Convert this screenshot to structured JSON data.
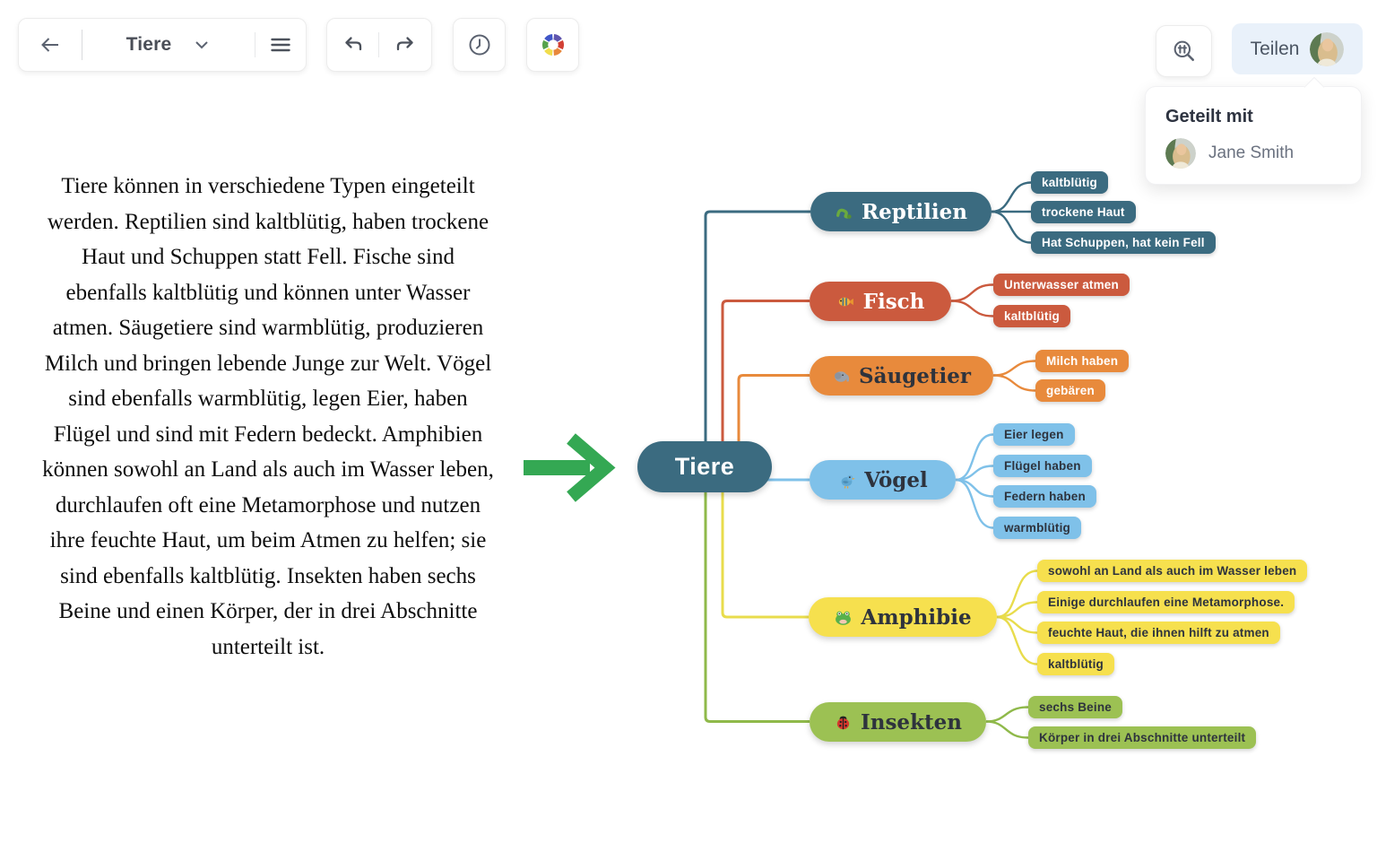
{
  "toolbar": {
    "document": {
      "title": "Tiere"
    },
    "icons": [
      "back-icon",
      "chevron-down-icon",
      "menu-icon",
      "undo-icon",
      "redo-icon",
      "history-clock-icon",
      "color-wheel-icon",
      "zoom-settings-icon"
    ],
    "share": {
      "label": "Teilen"
    }
  },
  "share_popup": {
    "title": "Geteilt mit",
    "members": [
      {
        "name": "Jane Smith"
      }
    ]
  },
  "source_panel": {
    "text": "Tiere können in verschiedene Typen eingeteilt werden. Reptilien sind kaltblütig, haben trockene Haut und Schuppen statt Fell. Fische sind ebenfalls kaltblütig und können unter Wasser atmen. Säugetiere sind warmblütig, produzieren Milch und bringen lebende Junge zur Welt. Vögel sind ebenfalls warmblütig, legen Eier, haben Flügel und sind mit Federn bedeckt. Amphibien können sowohl an Land als auch im Wasser leben, durchlaufen oft eine Metamorphose und nutzen ihre feuchte Haut, um beim Atmen zu helfen; sie sind ebenfalls kaltblütig. Insekten haben sechs Beine und einen Körper, der in drei Abschnitte unterteilt ist."
  },
  "mindmap": {
    "root": {
      "label": "Tiere",
      "color": "#3b6b80"
    },
    "branches": [
      {
        "label": "Reptilien",
        "icon": "snake-icon",
        "color": "#3b6b80",
        "children": [
          "kaltblütig",
          "trockene Haut",
          "Hat Schuppen, hat kein Fell"
        ]
      },
      {
        "label": "Fisch",
        "icon": "tropical-fish-icon",
        "color": "#cb5a3e",
        "children": [
          "Unterwasser atmen",
          "kaltblütig"
        ]
      },
      {
        "label": "Säugetier",
        "icon": "elephant-icon",
        "color": "#e88a3c",
        "children": [
          "Milch haben",
          "gebären"
        ]
      },
      {
        "label": "Vögel",
        "icon": "bird-icon",
        "color": "#7fc1e9",
        "children": [
          "Eier legen",
          "Flügel haben",
          "Federn haben",
          "warmblütig"
        ]
      },
      {
        "label": "Amphibie",
        "icon": "frog-icon",
        "color": "#f6e04e",
        "children": [
          "sowohl an Land als auch im Wasser leben",
          "Einige durchlaufen eine Metamorphose.",
          "feuchte Haut, die ihnen hilft zu atmen",
          "kaltblütig"
        ]
      },
      {
        "label": "Insekten",
        "icon": "ladybug-icon",
        "color": "#9cc153",
        "children": [
          "sechs Beine",
          "Körper in drei Abschnitte unterteilt"
        ]
      }
    ],
    "arrow_color": "#34a853"
  }
}
